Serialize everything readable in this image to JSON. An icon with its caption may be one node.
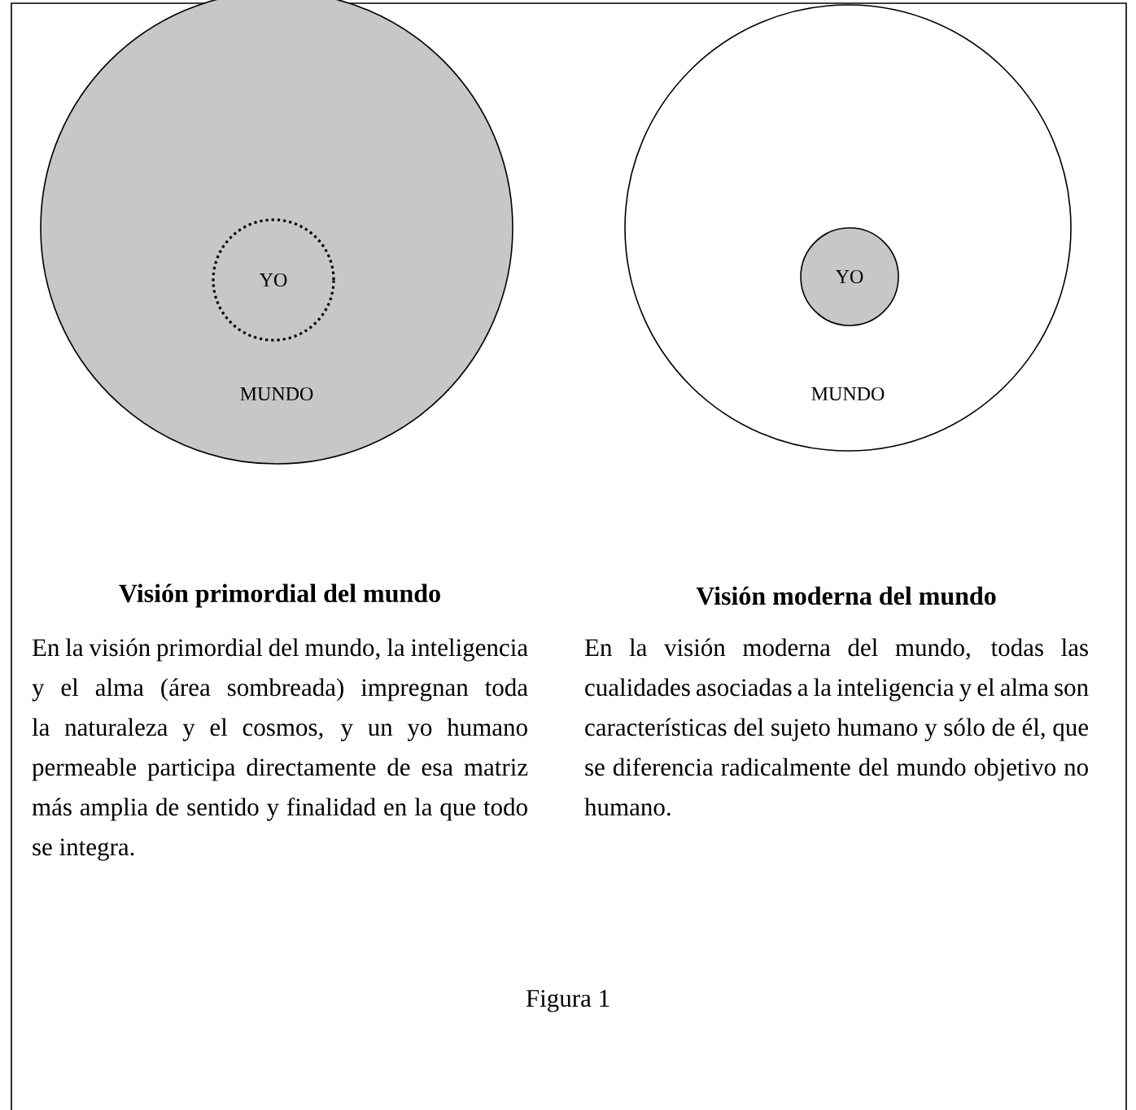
{
  "diagram": {
    "caption": "Figura 1",
    "nodes": [
      {
        "text": [
          "MUNDO"
        ]
      },
      {
        "text": [
          "YO"
        ],
        "in": 0
      },
      {
        "text": [
          "MUNDO"
        ]
      },
      {
        "text": [
          "YO"
        ],
        "in": 2
      }
    ],
    "labels": [
      "Visión primordial del mundo",
      "Visión moderna del mundo",
      "En la visión primordial del mundo, la inteligencia y el alma (área sombreada) impregnan toda la naturaleza y el cosmos, y un yo humano permeable participa directamente de esa matriz más amplia de sentido y finalidad en la que todo se integra.",
      "En la visión moderna del mundo, todas las cualidades asociadas a la inteligencia y el alma son características del sujeto humano y sólo de él, que se diferencia radicalmente del mundo objetivo no humano."
    ]
  }
}
